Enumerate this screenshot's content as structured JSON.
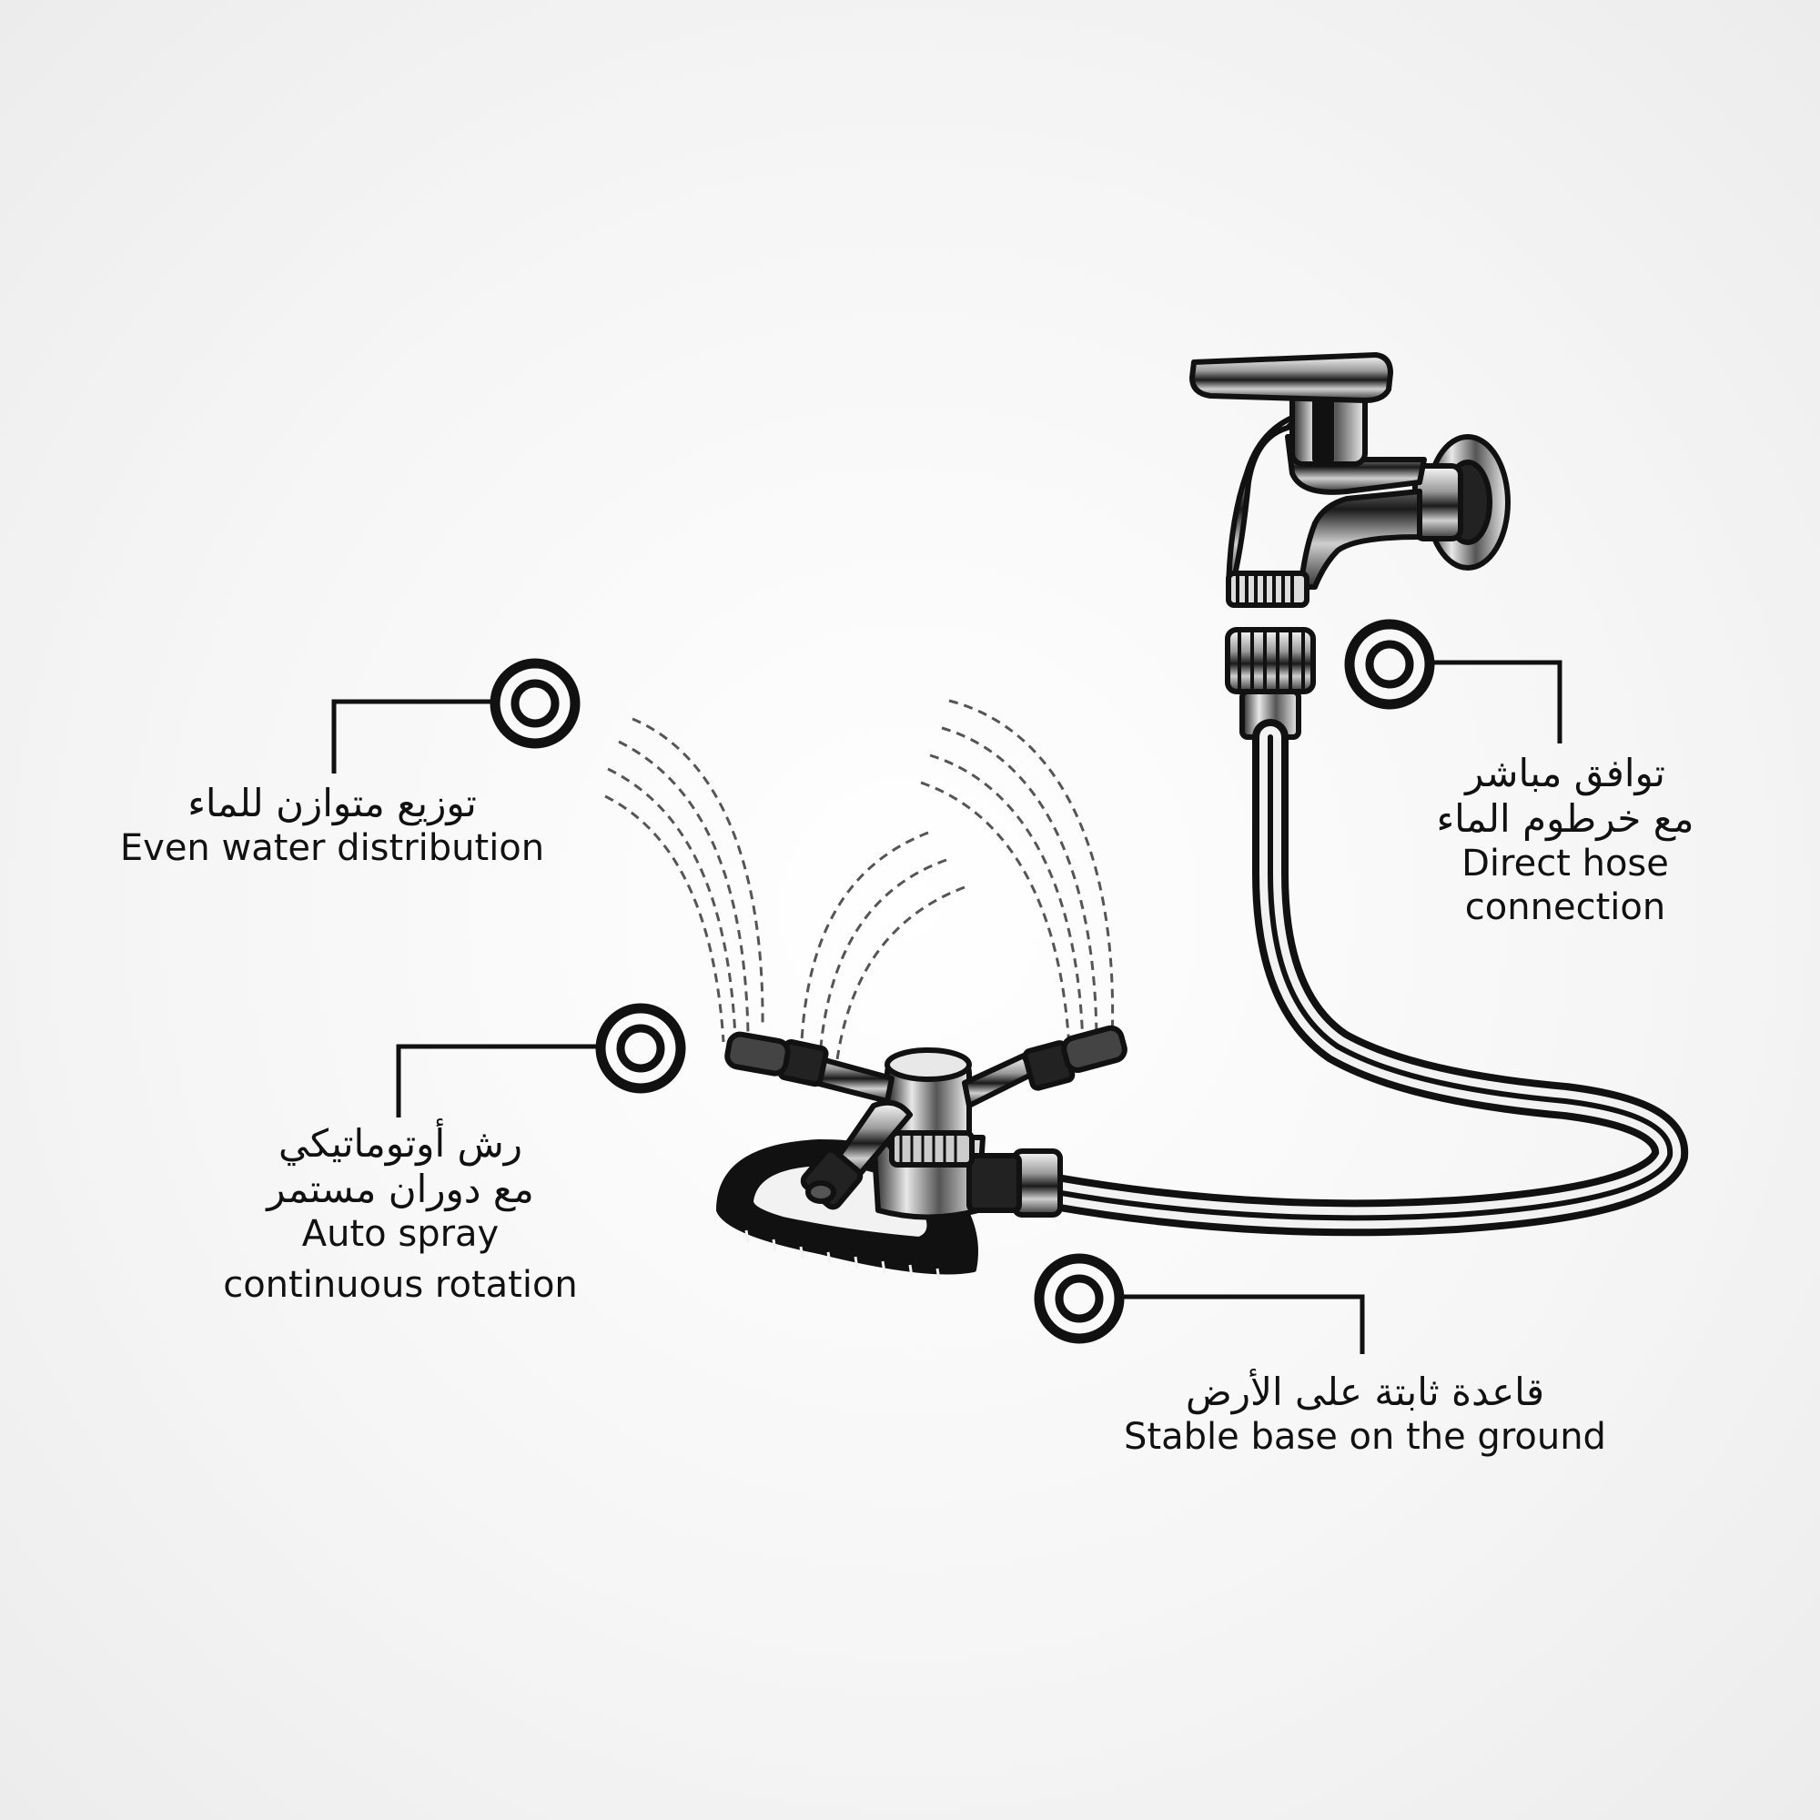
{
  "callouts": {
    "even_distribution": {
      "arabic": "توزيع متوازن للماء",
      "english": "Even water distribution"
    },
    "auto_spray": {
      "arabic_line1": "رش أوتوماتيكي",
      "arabic_line2": "مع دوران مستمر",
      "english_line1": "Auto spray",
      "english_line2": "continuous rotation"
    },
    "hose_connection": {
      "arabic_line1": "توافق مباشر",
      "arabic_line2": "مع خرطوم الماء",
      "english_line1": "Direct hose",
      "english_line2": "connection"
    },
    "stable_base": {
      "arabic": "قاعدة ثابتة على الأرض",
      "english": "Stable base on the ground"
    }
  },
  "colors": {
    "ink": "#111111",
    "background": "#f4f4f4",
    "chrome_highlight": "#ffffff"
  },
  "icons": [
    "target-icon",
    "faucet-icon",
    "hose-icon",
    "sprinkler-icon",
    "water-spray-icon"
  ]
}
